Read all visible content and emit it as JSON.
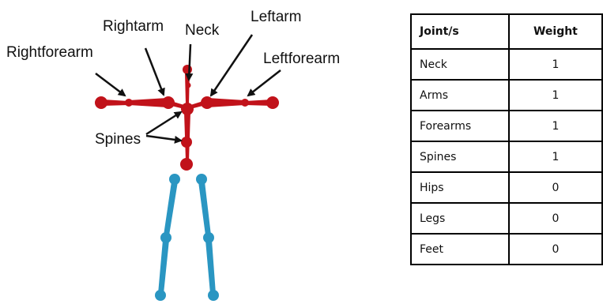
{
  "figure": {
    "labels": {
      "rightforearm": "Rightforearm",
      "rightarm": "Rightarm",
      "neck": "Neck",
      "leftarm": "Leftarm",
      "leftforearm": "Leftforearm",
      "spines": "Spines"
    },
    "colors": {
      "upper_body": "#c1121a",
      "lower_body": "#2a96c2",
      "arrow": "#111111"
    }
  },
  "table": {
    "headers": [
      "Joint/s",
      "Weight"
    ],
    "rows": [
      [
        "Neck",
        "1"
      ],
      [
        "Arms",
        "1"
      ],
      [
        "Forearms",
        "1"
      ],
      [
        "Spines",
        "1"
      ],
      [
        "Hips",
        "0"
      ],
      [
        "Legs",
        "0"
      ],
      [
        "Feet",
        "0"
      ]
    ]
  }
}
